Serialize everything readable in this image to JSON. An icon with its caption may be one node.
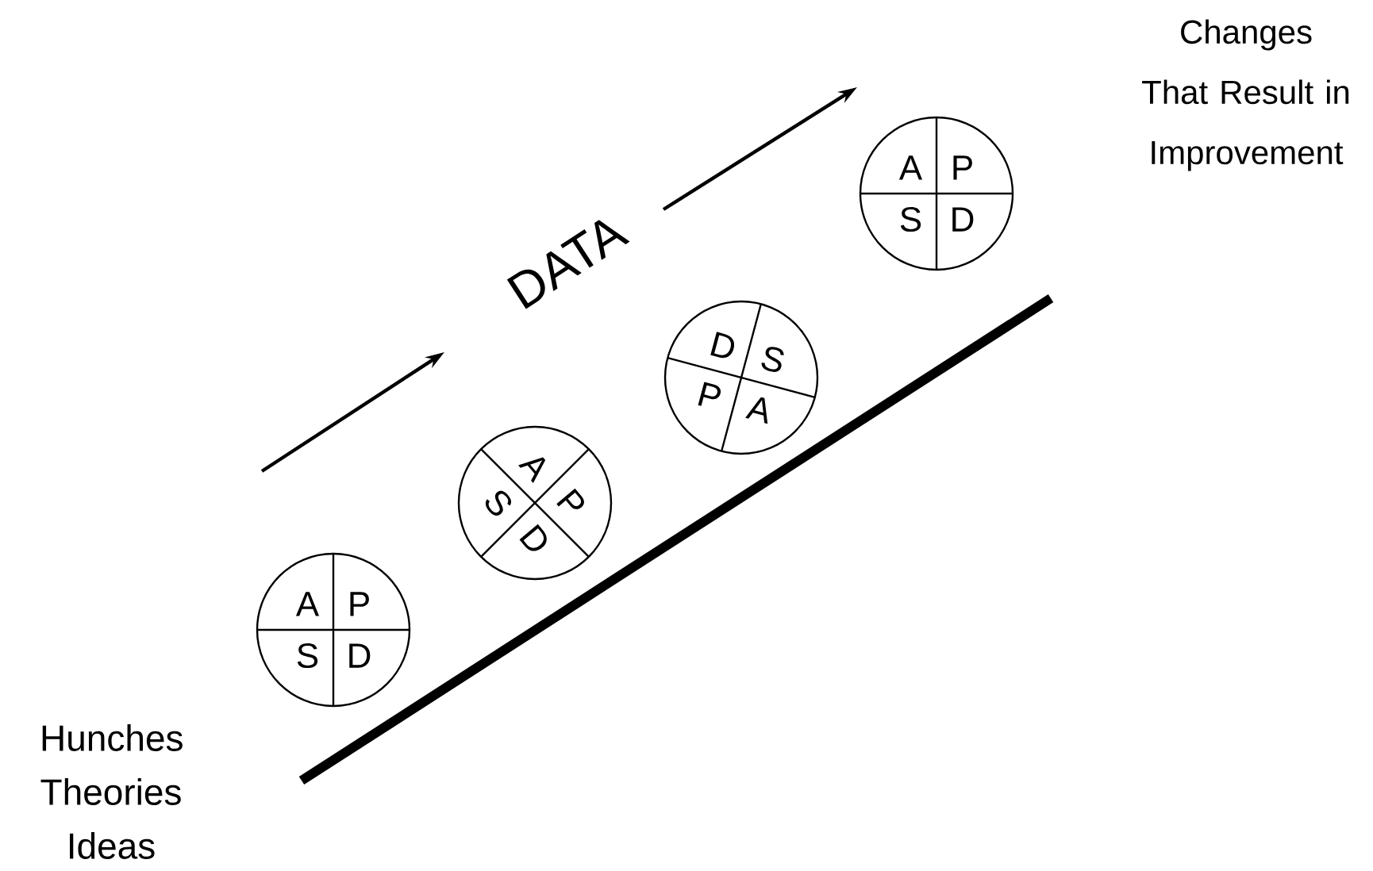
{
  "diagram": {
    "nodes": [
      {
        "text": [
          "A",
          "P",
          "S",
          "D"
        ]
      },
      {
        "text": [
          "A",
          "P",
          "S",
          "D"
        ]
      },
      {
        "text": [
          "A",
          "P",
          "S",
          "D"
        ]
      },
      {
        "text": [
          "A",
          "P",
          "S",
          "D"
        ]
      }
    ],
    "labels": [
      "Hunches Theories Ideas",
      "DATA",
      "Changes That Result in Improvement"
    ]
  }
}
